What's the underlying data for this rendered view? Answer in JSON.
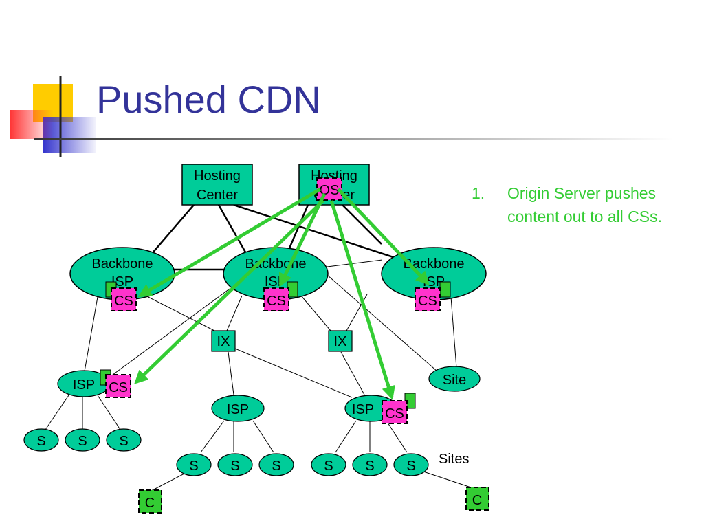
{
  "slide": {
    "title": "Pushed CDN",
    "bullet_number": "1.",
    "bullet_text": "Origin Server pushes content out to all CSs."
  },
  "colors": {
    "title": "#333399",
    "node_fill": "#00cc99",
    "cache_fill": "#ff33cc",
    "client_fill": "#33cc33",
    "arrow": "#33cc33",
    "deco_yellow": "#ffcc00",
    "deco_red": "#ff3333",
    "deco_blue": "#3333cc"
  },
  "diagram": {
    "hosting_centers": [
      {
        "line1": "Hosting",
        "line2": "Center"
      },
      {
        "line1": "Hosting",
        "line2": "Center"
      }
    ],
    "backbones": [
      {
        "line1": "Backbone",
        "line2": "ISP"
      },
      {
        "line1": "Backbone",
        "line2": "ISP"
      },
      {
        "line1": "Backbone",
        "line2": "ISP"
      }
    ],
    "ix_nodes": [
      "IX",
      "IX"
    ],
    "isp_nodes": [
      "ISP",
      "ISP",
      "ISP"
    ],
    "site_label": "Site",
    "s_nodes": [
      "S",
      "S",
      "S",
      "S",
      "S",
      "S",
      "S",
      "S",
      "S"
    ],
    "cache_label": "CS",
    "origin_label": "OS",
    "client_label": "C",
    "sites_label": "Sites"
  }
}
